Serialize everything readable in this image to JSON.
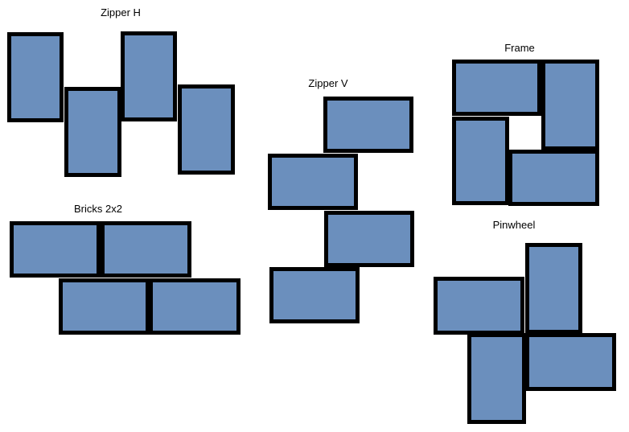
{
  "colors": {
    "tile_fill": "#6b8fbd",
    "tile_border": "#000000",
    "background": "#ffffff"
  },
  "patterns": [
    {
      "id": "zipper-h",
      "label": "Zipper H",
      "tile_count": 4
    },
    {
      "id": "zipper-v",
      "label": "Zipper V",
      "tile_count": 4
    },
    {
      "id": "frame",
      "label": "Frame",
      "tile_count": 4
    },
    {
      "id": "bricks-2x2",
      "label": "Bricks 2x2",
      "tile_count": 4
    },
    {
      "id": "pinwheel",
      "label": "Pinwheel",
      "tile_count": 4
    }
  ]
}
